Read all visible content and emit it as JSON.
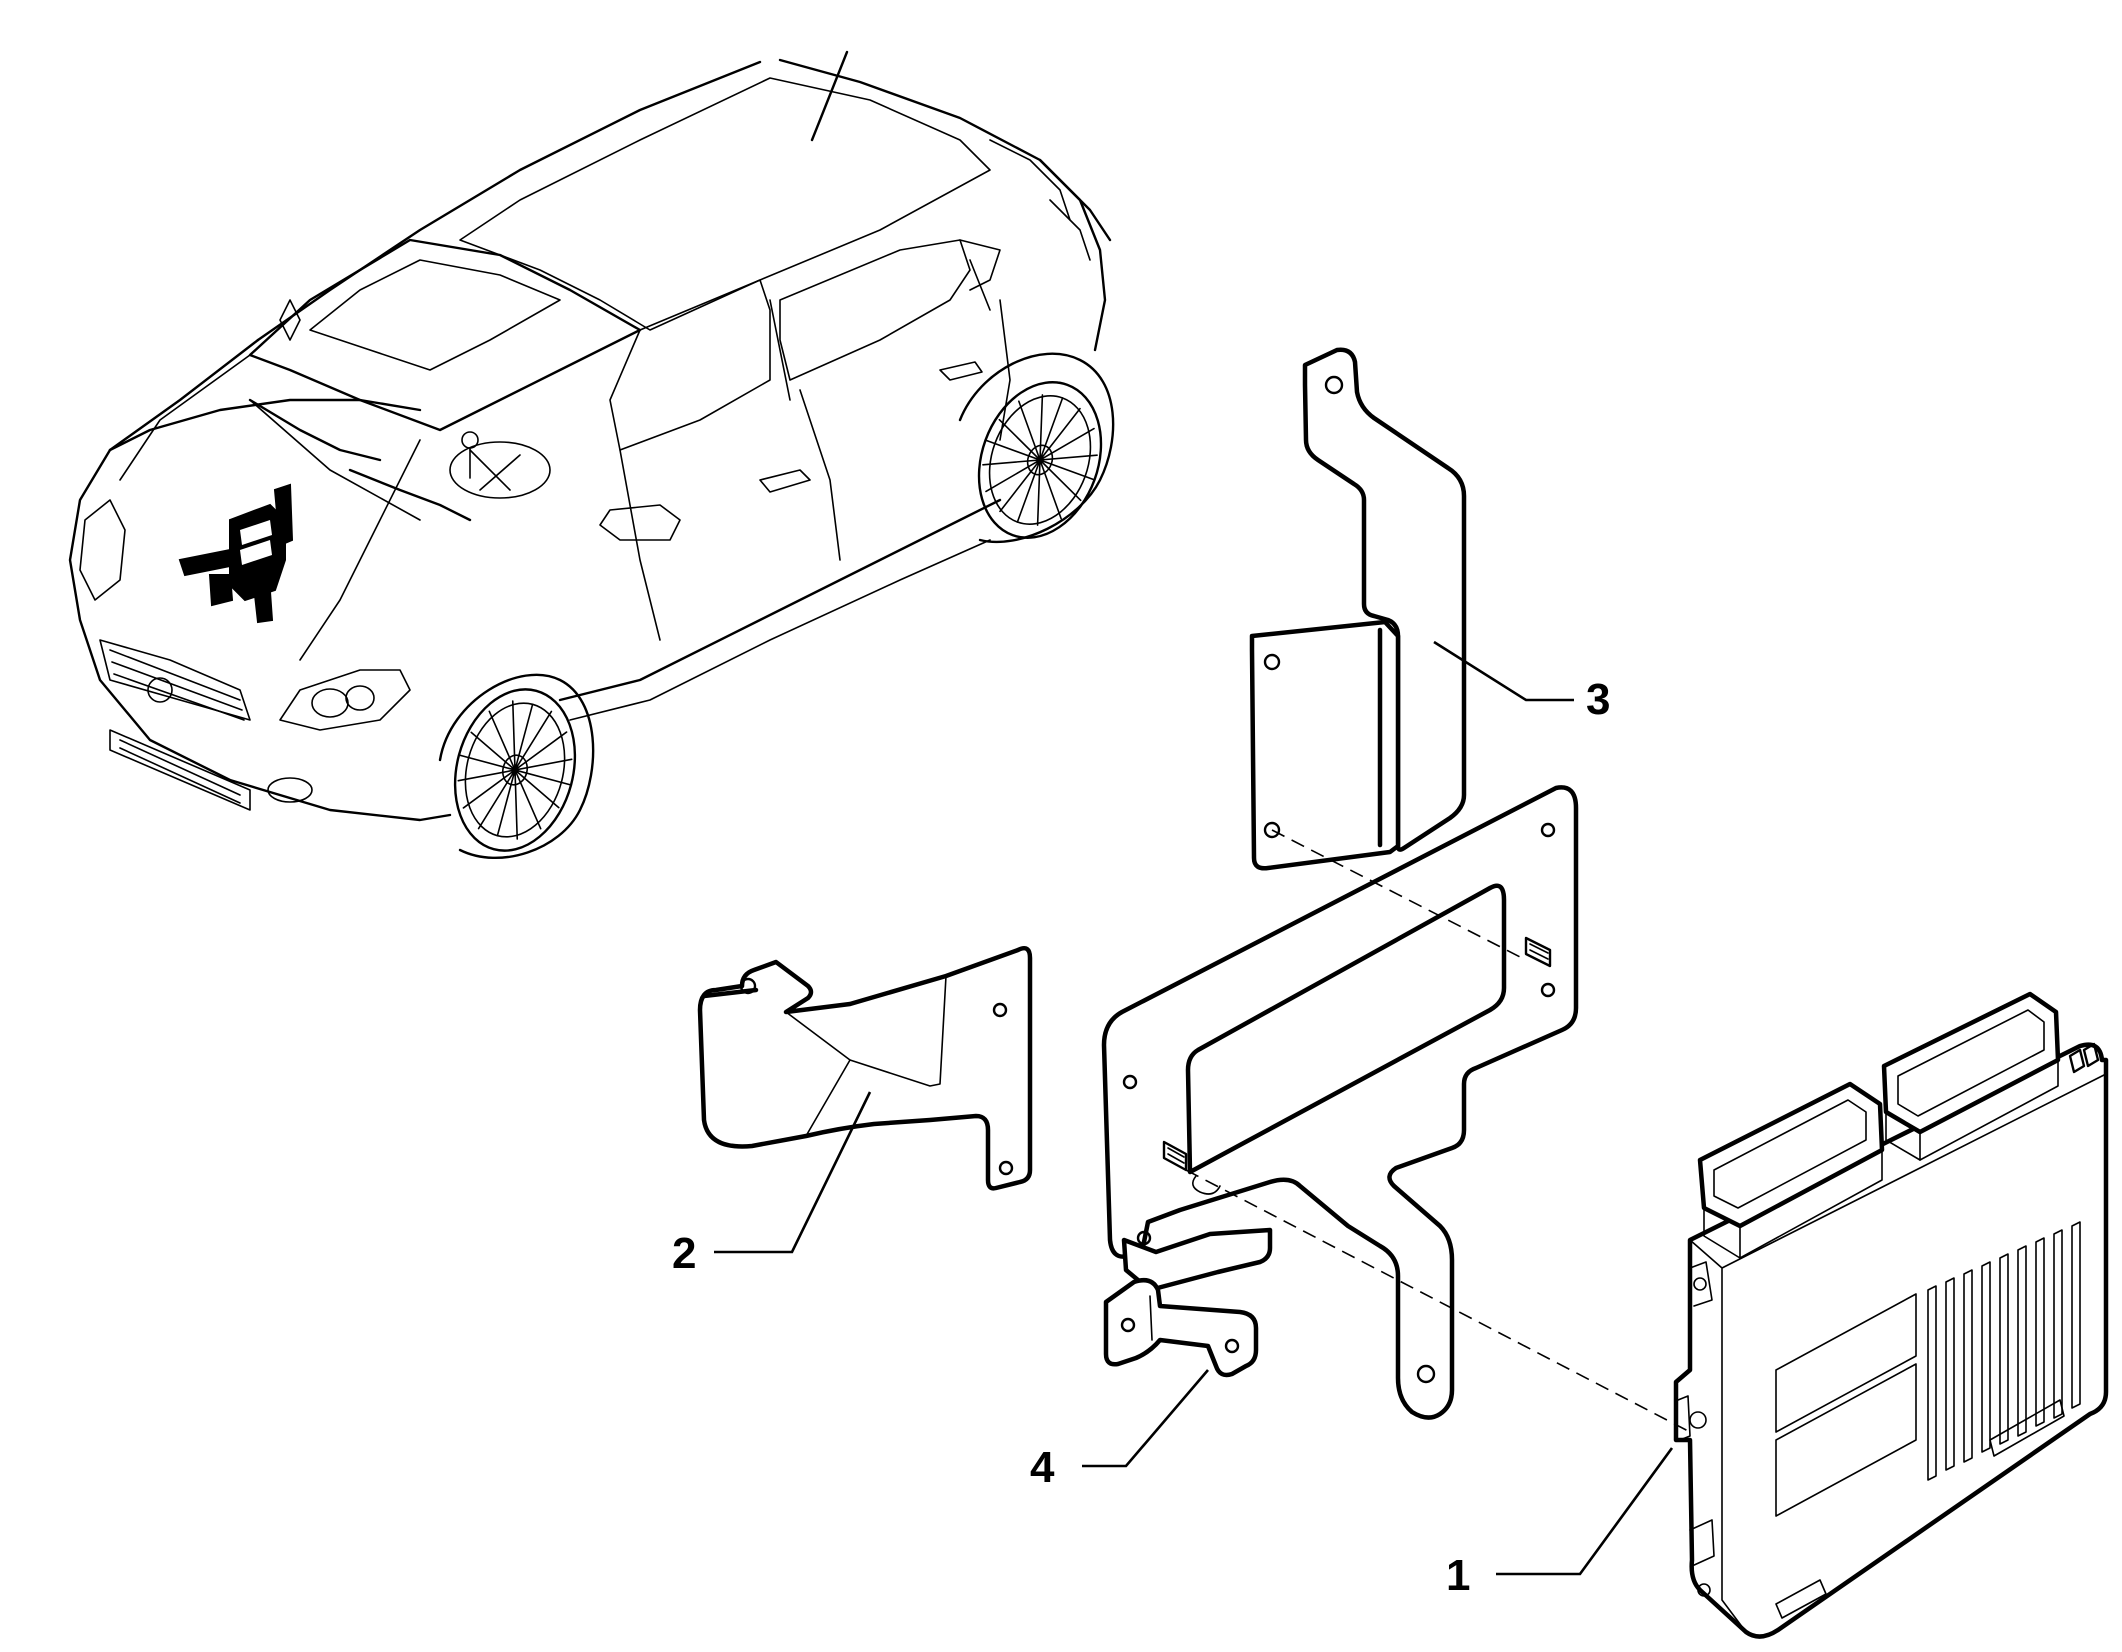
{
  "callouts": {
    "c1": "1",
    "c2": "2",
    "c3": "3",
    "c4": "4"
  },
  "colors": {
    "line": "#000000",
    "background": "#ffffff"
  }
}
